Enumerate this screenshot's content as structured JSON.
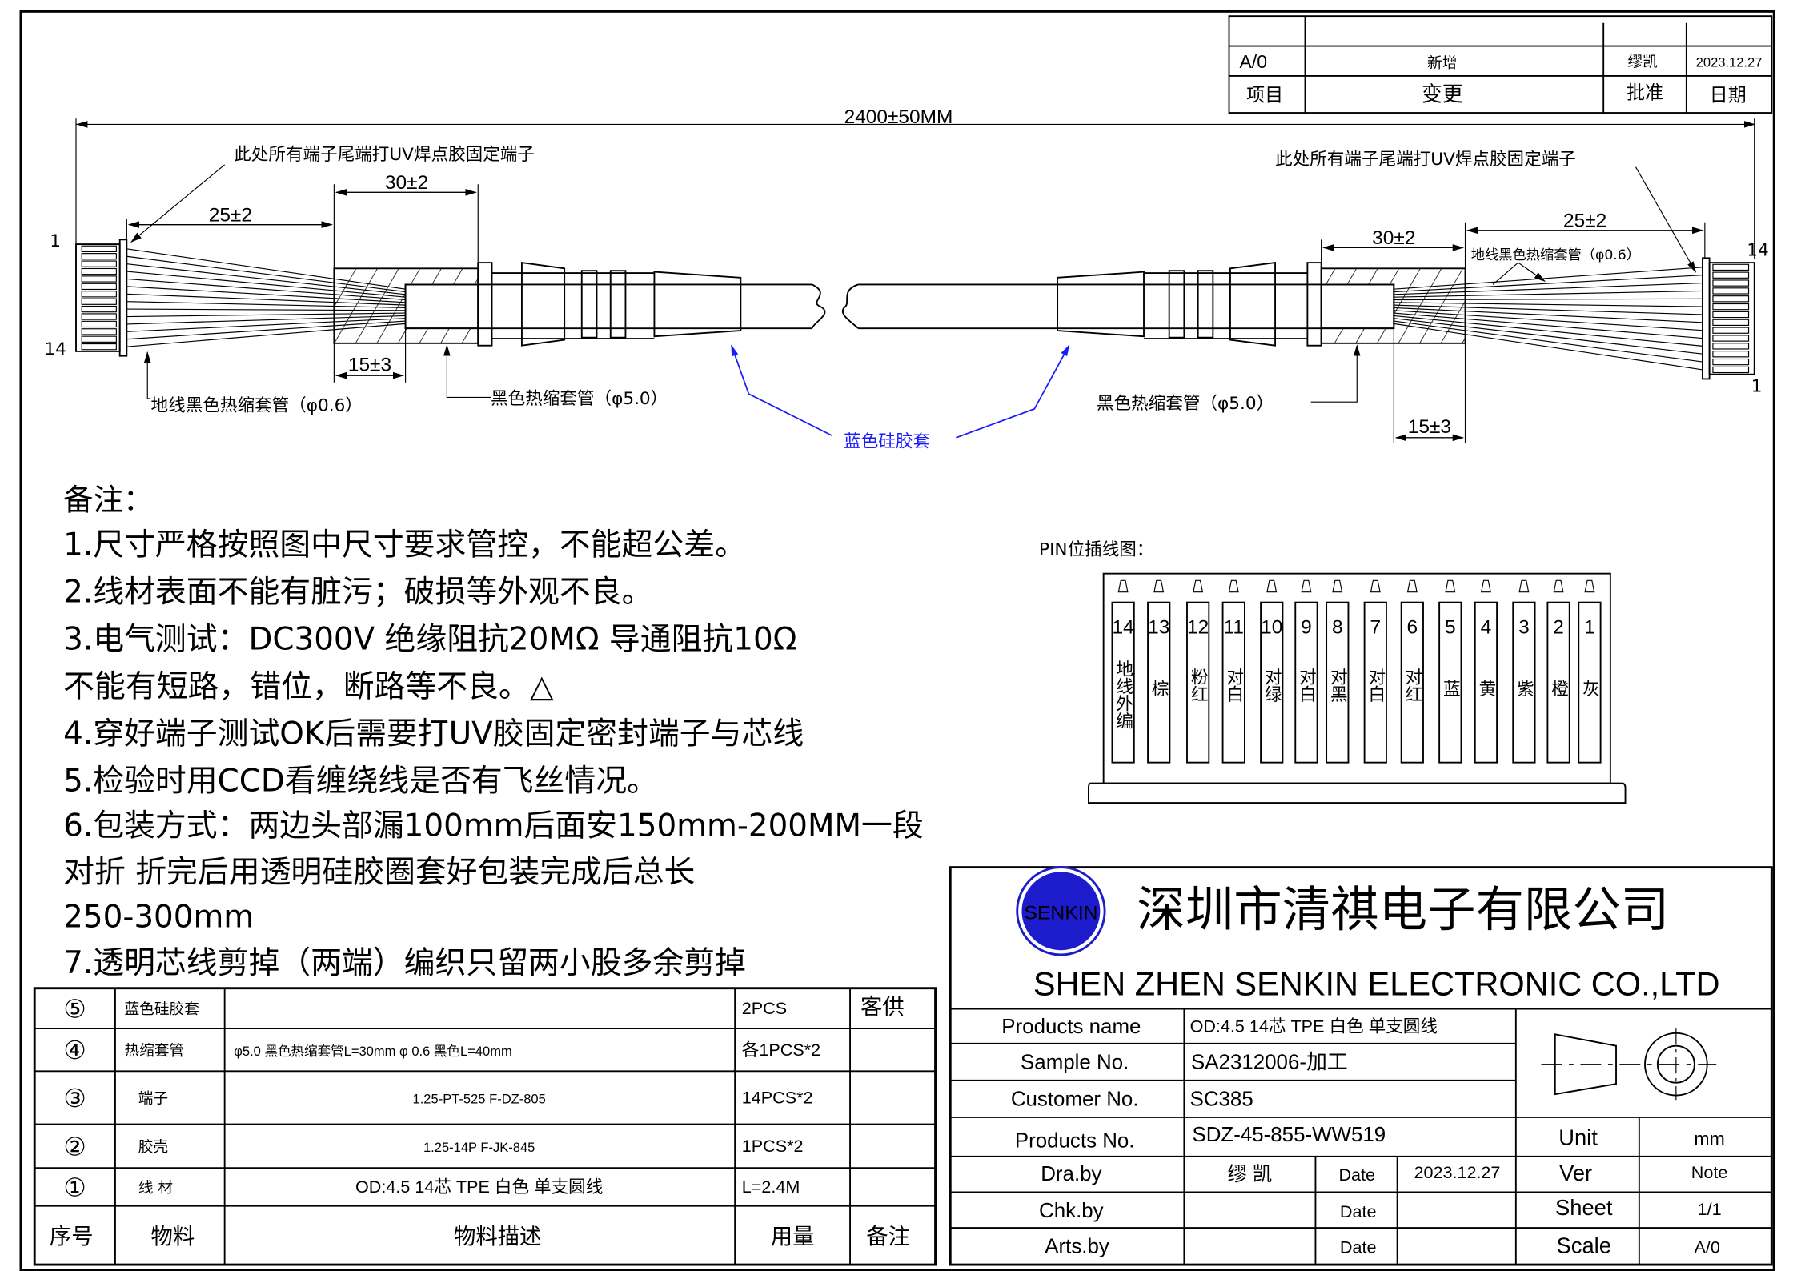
{
  "colors": {
    "line": "#000000",
    "blue": "#1a1aff",
    "logo": "#1c1ccc"
  },
  "revision": {
    "headers": {
      "item": "项目",
      "change": "变更",
      "approve": "批准",
      "date": "日期"
    },
    "rows": [
      {
        "item": "A/0",
        "change": "新增",
        "approver": "缪凯",
        "date": "2023.12.27"
      }
    ]
  },
  "drawing": {
    "overall_length": "2400±50MM",
    "uv_note_left": "此处所有端子尾端打UV焊点胶固定端子",
    "uv_note_right": "此处所有端子尾端打UV焊点胶固定端子",
    "dim_25_left": "25±2",
    "dim_30_left": "30±2",
    "dim_15_left": "15±3",
    "dim_25_right": "25±2",
    "dim_30_right": "30±2",
    "dim_15_right": "15±3",
    "ground_sleeve_left": "地线黑色热缩套管（φ0.6）",
    "ground_sleeve_right": "地线黑色热缩套管（φ0.6）",
    "black_sleeve_left": "黑色热缩套管（φ5.0）",
    "black_sleeve_right": "黑色热缩套管（φ5.0）",
    "blue_boot": "蓝色硅胶套",
    "left_pin_top": "1",
    "left_pin_bottom": "14",
    "right_pin_top": "14",
    "right_pin_bottom": "1"
  },
  "notes": {
    "title": "备注：",
    "lines": [
      "1.尺寸严格按照图中尺寸要求管控，不能超公差。",
      "2.线材表面不能有脏污；破损等外观不良。",
      "3.电气测试：DC300V  绝缘阻抗20MΩ  导通阻抗10Ω",
      "不能有短路，错位，断路等不良。△",
      "4.穿好端子测试OK后需要打UV胶固定密封端子与芯线",
      "5.检验时用CCD看缠绕线是否有飞丝情况。",
      "6.包装方式：两边头部漏100mm后面安150mm-200MM一段",
      "对折    折完后用透明硅胶圈套好包装完成后总长",
      "250-300mm",
      "7.透明芯线剪掉（两端）编织只留两小股多余剪掉"
    ]
  },
  "pin_diagram": {
    "title": "PIN位插线图：",
    "pins": [
      {
        "n": "14",
        "color": "地线外编"
      },
      {
        "n": "13",
        "color": "棕"
      },
      {
        "n": "12",
        "color": "粉红"
      },
      {
        "n": "11",
        "color": "对白"
      },
      {
        "n": "10",
        "color": "对绿"
      },
      {
        "n": "9",
        "color": "对白"
      },
      {
        "n": "8",
        "color": "对黑"
      },
      {
        "n": "7",
        "color": "对白"
      },
      {
        "n": "6",
        "color": "对红"
      },
      {
        "n": "5",
        "color": "蓝"
      },
      {
        "n": "4",
        "color": "黄"
      },
      {
        "n": "3",
        "color": "紫"
      },
      {
        "n": "2",
        "color": "橙"
      },
      {
        "n": "1",
        "color": "灰"
      }
    ]
  },
  "bom": {
    "headers": [
      "序号",
      "物料",
      "物料描述",
      "用量",
      "备注"
    ],
    "rows": [
      {
        "no": "⑤",
        "material": "蓝色硅胶套",
        "desc": "",
        "qty": "2PCS",
        "remark": "客供"
      },
      {
        "no": "④",
        "material": "热缩套管",
        "desc": "φ5.0 黑色热缩套管L=30mm  φ 0.6 黑色L=40mm",
        "qty": "各1PCS*2",
        "remark": ""
      },
      {
        "no": "③",
        "material": "端子",
        "desc": "1.25-PT-525      F-DZ-805",
        "qty": "14PCS*2",
        "remark": ""
      },
      {
        "no": "②",
        "material": "胶壳",
        "desc": "1.25-14P         F-JK-845",
        "qty": "1PCS*2",
        "remark": ""
      },
      {
        "no": "①",
        "material": "线 材",
        "desc": "OD:4.5  14芯 TPE 白色 单支圆线",
        "qty": "L=2.4M",
        "remark": ""
      }
    ]
  },
  "title_block": {
    "logo_text": "SENKIN",
    "company_cn": "深圳市清祺电子有限公司",
    "company_en": "SHEN ZHEN SENKIN ELECTRONIC CO.,LTD",
    "products_name_label": "Products name",
    "products_name": "OD:4.5  14芯 TPE 白色 单支圆线",
    "sample_no_label": "Sample No.",
    "sample_no": "SA2312006-加工",
    "customer_no_label": "Customer No.",
    "customer_no": "SC385",
    "products_no_label": "Products No.",
    "products_no": "SDZ-45-855-WW519",
    "dra_by_label": "Dra.by",
    "dra_by": "缪 凯",
    "chk_by_label": "Chk.by",
    "chk_by": "",
    "arts_by_label": "Arts.by",
    "arts_by": "",
    "date_label": "Date",
    "dra_date": "2023.12.27",
    "chk_date": "",
    "arts_date": "",
    "unit_label": "Unit",
    "unit": "mm",
    "ver_label": "Ver",
    "ver": "Note",
    "sheet_label": "Sheet",
    "sheet": "1/1",
    "scale_label": "Scale",
    "scale": "A/0"
  }
}
